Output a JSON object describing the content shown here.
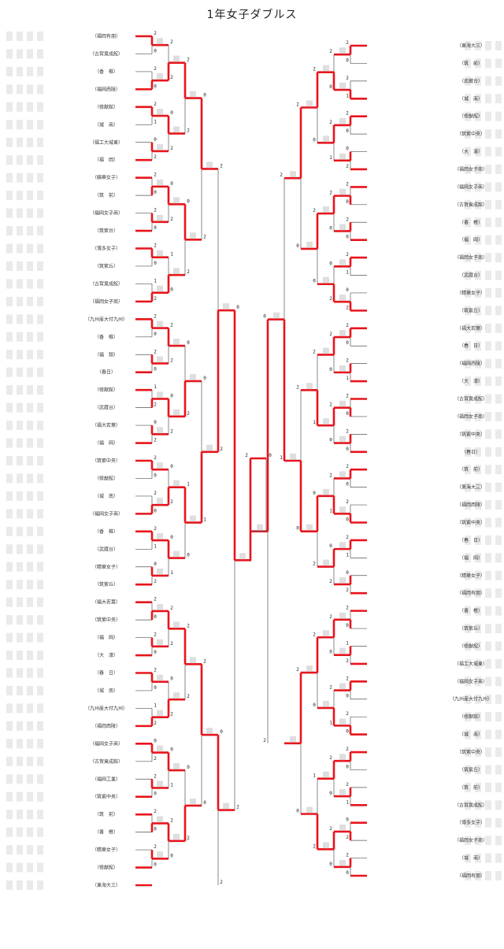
{
  "title": "1年女子ダブルス",
  "colors": {
    "win": "#e8141c",
    "line": "#555555",
    "text": "#333333"
  },
  "left": {
    "schools": [
      "（福岡有朋）",
      "（古賀竟成館）",
      "（香　椎）",
      "（福岡西陵）",
      "（修猷館）",
      "（城　南）",
      "（福工大城東）",
      "（福　岡）",
      "（精華女子）",
      "（筑　前）",
      "（福岡女子商）",
      "（筑紫台）",
      "（博多女子）",
      "（筑紫丘）",
      "（古賀竟成館）",
      "（福岡女子商）",
      "（九州産大付九州）",
      "（香　椎）",
      "（福　翔）",
      "（春日）",
      "（修猷館）",
      "（武蔵台）",
      "（福大若葉）",
      "（福　岡）",
      "（筑紫中央）",
      "（修猷館）",
      "（城　南）",
      "（福岡女子商）",
      "（香　椎）",
      "（武蔵台）",
      "（精華女子）",
      "（筑紫丘）",
      "（福大若葉）",
      "（筑紫中央）",
      "（福　岡）",
      "（大　濠）",
      "（春　日）",
      "（城　南）",
      "（九州産大付九州）",
      "（福岡西陵）",
      "（福岡女子商）",
      "（古賀竟成館）",
      "（福岡工業）",
      "（筑紫中央）",
      "（筑　前）",
      "（香　椎）",
      "（精華女子）",
      "（修猷館）",
      "（東海大三）"
    ],
    "scores": [
      "2",
      "0",
      "2",
      "0",
      "2",
      "1",
      "0",
      "2",
      "2",
      "0",
      "2",
      "0",
      "2",
      "0",
      "1",
      "2",
      "2",
      "0",
      "2",
      "0",
      "1",
      "2",
      "0",
      "2",
      "2",
      "0",
      "2",
      "0",
      "2",
      "1",
      "0",
      "2",
      "2",
      "0",
      "2",
      "0",
      "2",
      "0",
      "1",
      "2",
      "0",
      "2",
      "2",
      "0",
      "2",
      "0",
      "2",
      "0",
      "2"
    ]
  },
  "right": {
    "schools": [
      "（東海大三）",
      "（筑　前）",
      "（武蔵台）",
      "（城　南）",
      "（修猷館）",
      "（筑紫中央）",
      "（大　濠）",
      "（福岡女子商）",
      "（福岡女子商）",
      "（古賀竟成館）",
      "（香　椎）",
      "（福　岡）",
      "（福岡女子商）",
      "（武蔵台）",
      "（精華女子）",
      "（筑紫丘）",
      "（福大若葉）",
      "（春　日）",
      "（福岡西陵）",
      "（大　濠）",
      "（古賀竟成館）",
      "（福岡女子商）",
      "（筑紫中央）",
      "（春日）",
      "（筑　前）",
      "（東海大三）",
      "（福岡西陵）",
      "（筑紫中央）",
      "（春　日）",
      "（福　岡）",
      "（精華女子）",
      "（福岡有朋）",
      "（香　椎）",
      "（筑紫丘）",
      "（修猷館）",
      "（福工大城東）",
      "（福岡女子商）",
      "（九州産大付九州）",
      "（修猷館）",
      "（城　南）",
      "（筑紫中央）",
      "（筑紫丘）",
      "（筑　前）",
      "（古賀竟成館）",
      "（博多女子）",
      "（福岡女子商）",
      "（城　南）",
      "（福岡有朋）"
    ],
    "scores": [
      "2",
      "0",
      "2",
      "1",
      "2",
      "0",
      "0",
      "2",
      "2",
      "0",
      "2",
      "0",
      "2",
      "1",
      "0",
      "2",
      "2",
      "0",
      "2",
      "1",
      "2",
      "0",
      "2",
      "0",
      "2",
      "0",
      "2",
      "0",
      "2",
      "1",
      "0",
      "2",
      "2",
      "0",
      "1",
      "2",
      "2",
      "0",
      "2",
      "0",
      "2",
      "0",
      "2",
      "1",
      "0",
      "2",
      "2",
      "0"
    ]
  },
  "final": {
    "left_score": "2",
    "right_score": "0"
  }
}
